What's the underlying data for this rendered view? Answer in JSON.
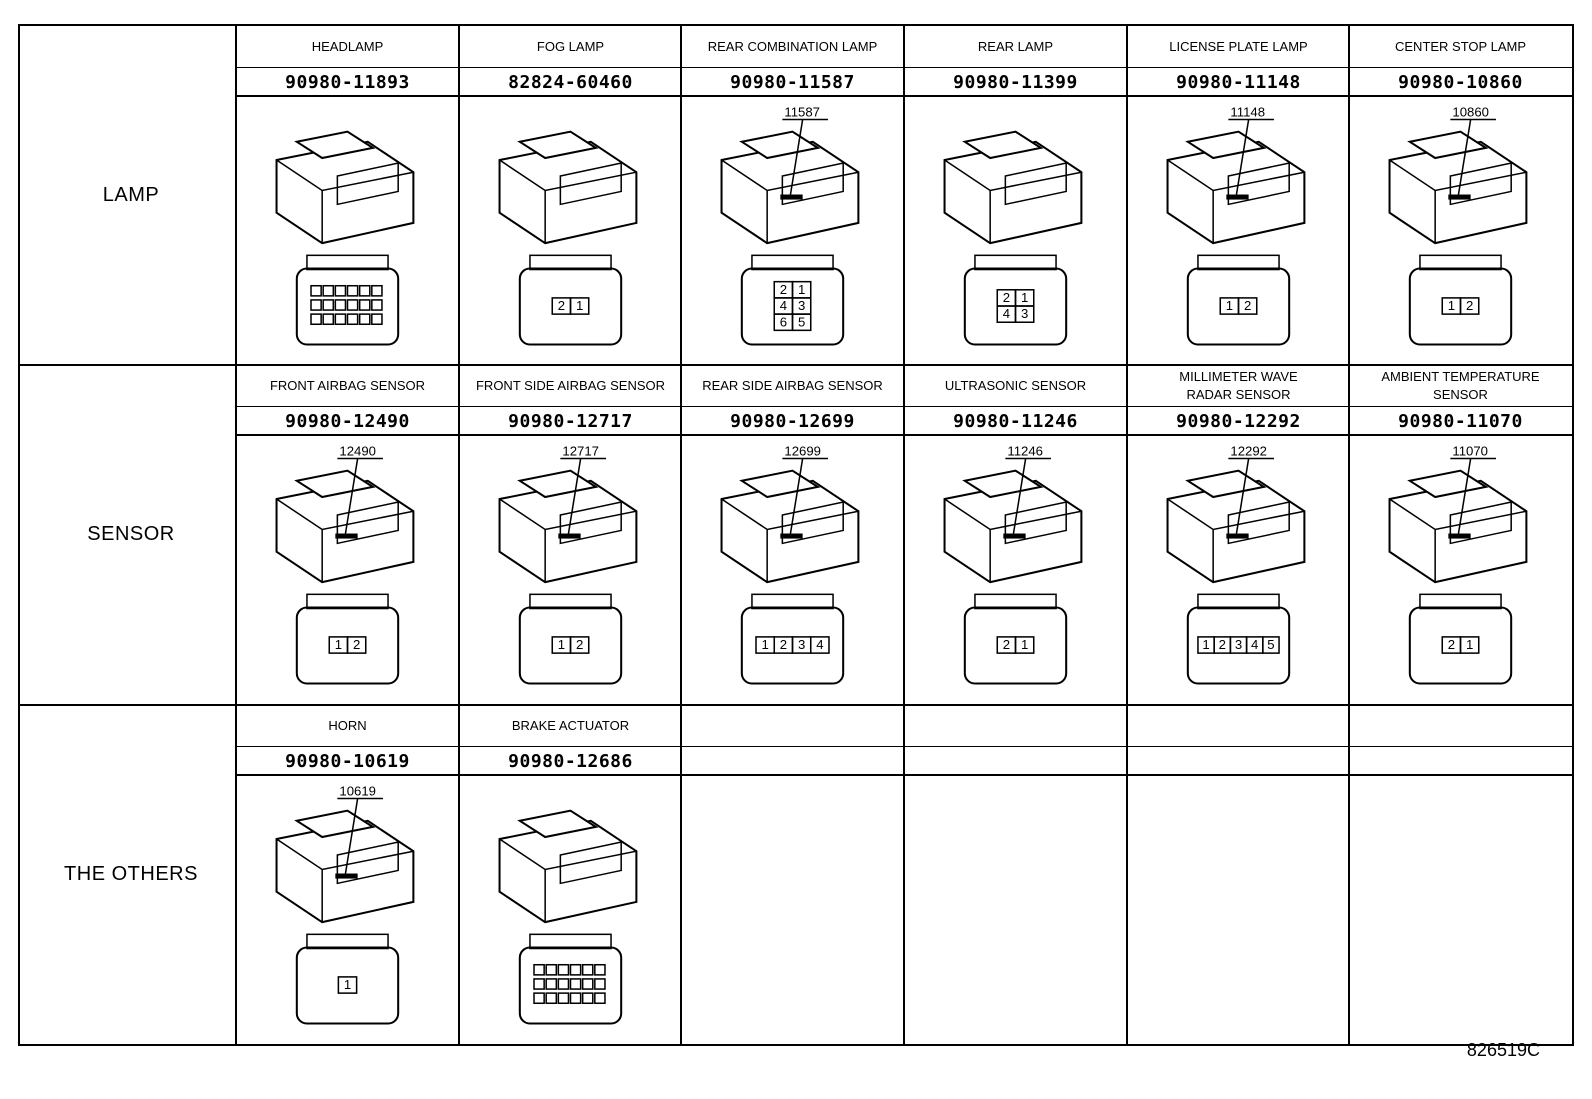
{
  "rows": [
    {
      "category": "LAMP",
      "cells": [
        {
          "label": "HEADLAMP",
          "part": "90980-11893",
          "icon": "headlamp-connector-icon",
          "callout": "",
          "pins": []
        },
        {
          "label": "FOG LAMP",
          "part": "82824-60460",
          "icon": "fog-lamp-connector-icon",
          "callout": "",
          "pins": [
            "2",
            "1"
          ]
        },
        {
          "label": "REAR COMBINATION LAMP",
          "part": "90980-11587",
          "icon": "rear-combination-lamp-connector-icon",
          "callout": "11587",
          "pins": [
            "2",
            "1",
            "4",
            "3",
            "6",
            "5"
          ]
        },
        {
          "label": "REAR LAMP",
          "part": "90980-11399",
          "icon": "rear-lamp-connector-icon",
          "callout": "",
          "pins": [
            "2",
            "1",
            "4",
            "3"
          ]
        },
        {
          "label": "LICENSE PLATE LAMP",
          "part": "90980-11148",
          "icon": "license-plate-lamp-connector-icon",
          "callout": "11148",
          "pins": [
            "1",
            "2"
          ]
        },
        {
          "label": "CENTER STOP LAMP",
          "part": "90980-10860",
          "icon": "center-stop-lamp-connector-icon",
          "callout": "10860",
          "pins": [
            "1",
            "2"
          ]
        }
      ]
    },
    {
      "category": "SENSOR",
      "cells": [
        {
          "label": "FRONT AIRBAG SENSOR",
          "part": "90980-12490",
          "icon": "front-airbag-sensor-connector-icon",
          "callout": "12490",
          "pins": [
            "1",
            "2"
          ]
        },
        {
          "label": "FRONT SIDE AIRBAG SENSOR",
          "part": "90980-12717",
          "icon": "front-side-airbag-sensor-connector-icon",
          "callout": "12717",
          "pins": [
            "1",
            "2"
          ]
        },
        {
          "label": "REAR SIDE AIRBAG SENSOR",
          "part": "90980-12699",
          "icon": "rear-side-airbag-sensor-connector-icon",
          "callout": "12699",
          "pins": [
            "1",
            "2",
            "3",
            "4"
          ]
        },
        {
          "label": "ULTRASONIC SENSOR",
          "part": "90980-11246",
          "icon": "ultrasonic-sensor-connector-icon",
          "callout": "11246",
          "pins": [
            "2",
            "1"
          ]
        },
        {
          "label": "MILLIMETER WAVE\nRADAR SENSOR",
          "part": "90980-12292",
          "icon": "millimeter-wave-radar-sensor-connector-icon",
          "callout": "12292",
          "pins": [
            "1",
            "2",
            "3",
            "4",
            "5"
          ]
        },
        {
          "label": "AMBIENT TEMPERATURE\nSENSOR",
          "part": "90980-11070",
          "icon": "ambient-temperature-sensor-connector-icon",
          "callout": "11070",
          "pins": [
            "2",
            "1"
          ]
        }
      ]
    },
    {
      "category": "THE OTHERS",
      "cells": [
        {
          "label": "HORN",
          "part": "90980-10619",
          "icon": "horn-connector-icon",
          "callout": "10619",
          "pins": [
            "1"
          ]
        },
        {
          "label": "BRAKE ACTUATOR",
          "part": "90980-12686",
          "icon": "brake-actuator-connector-icon",
          "callout": "",
          "pins": []
        },
        {
          "label": "",
          "part": "",
          "icon": "",
          "callout": "",
          "pins": []
        },
        {
          "label": "",
          "part": "",
          "icon": "",
          "callout": "",
          "pins": []
        },
        {
          "label": "",
          "part": "",
          "icon": "",
          "callout": "",
          "pins": []
        },
        {
          "label": "",
          "part": "",
          "icon": "",
          "callout": "",
          "pins": []
        }
      ]
    }
  ],
  "document_id": "826519C"
}
